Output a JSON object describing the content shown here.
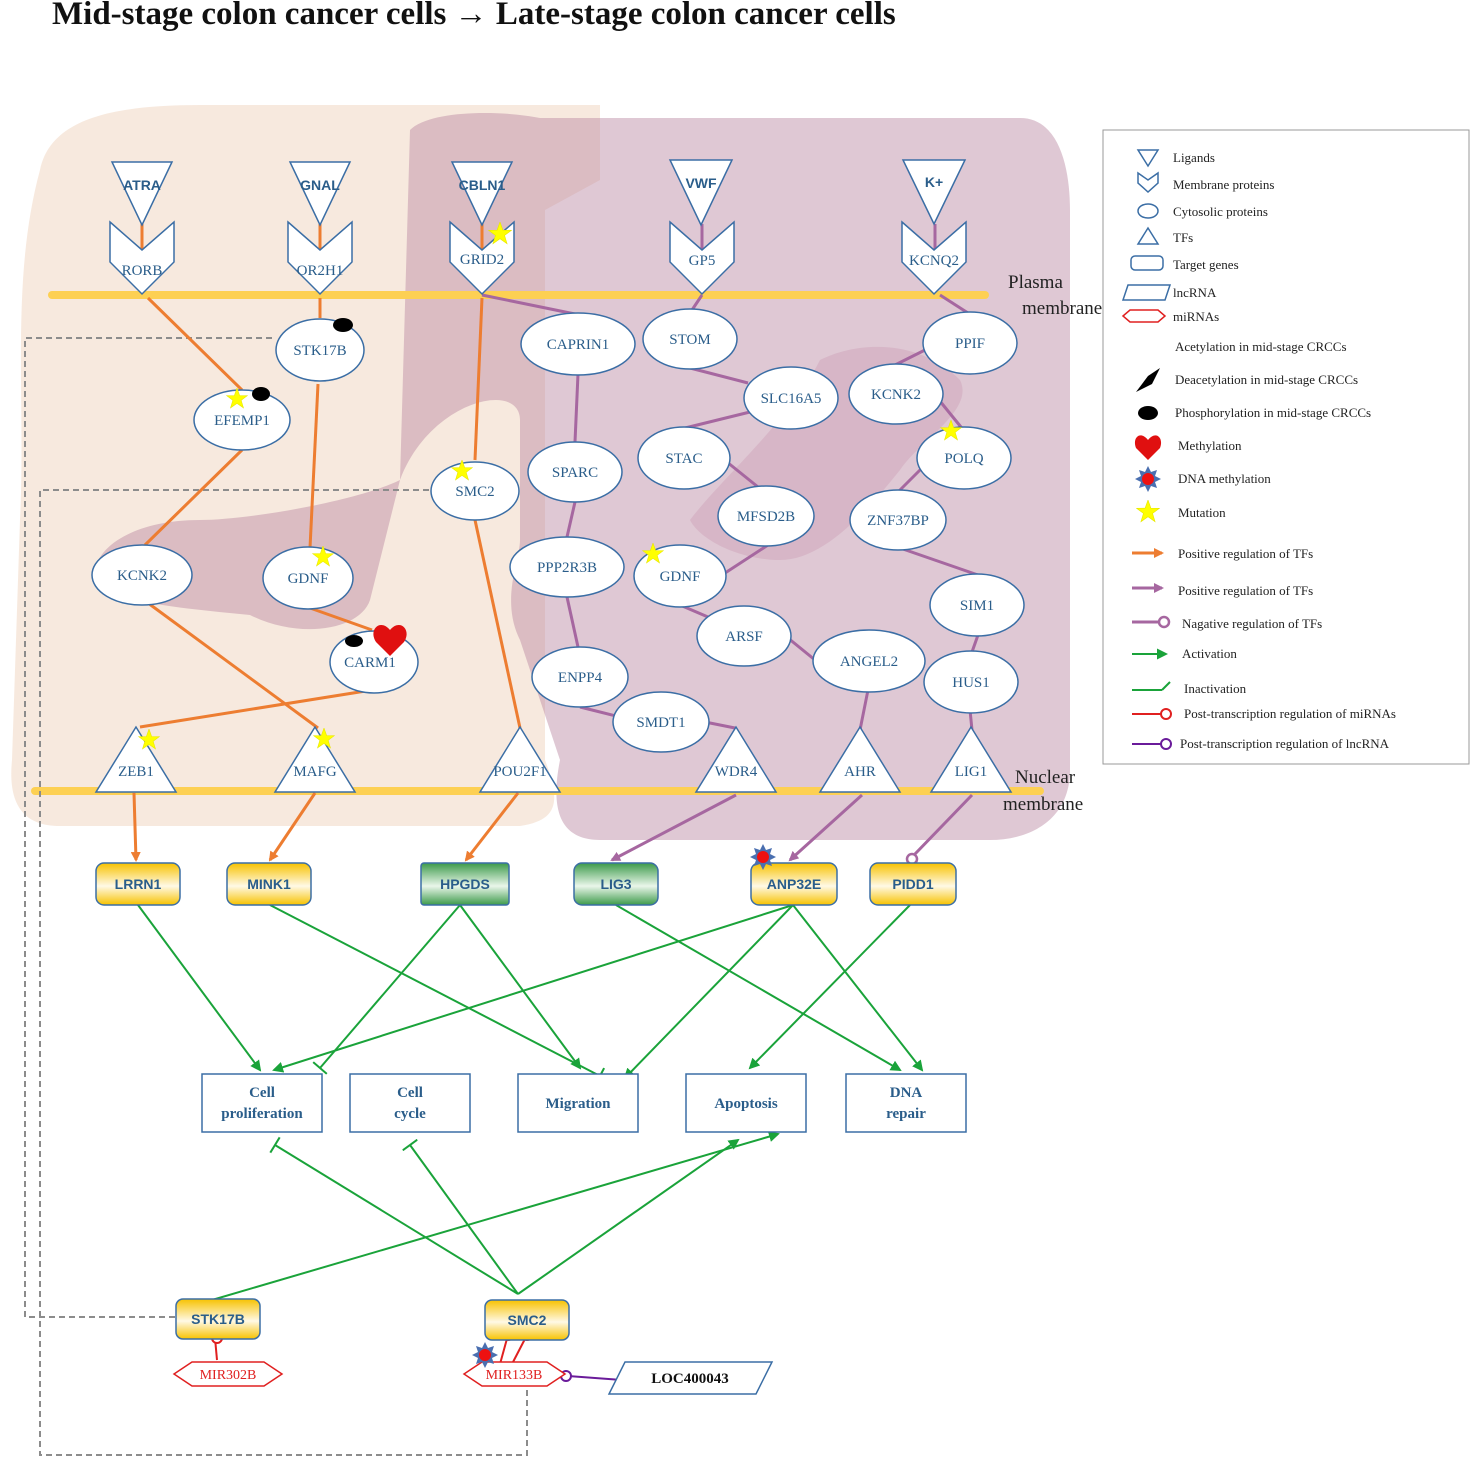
{
  "title": "Mid-stage colon cancer cells → Late-stage colon cancer cells",
  "membranes": {
    "plasma": [
      "Plasma",
      "membrane"
    ],
    "nuclear": [
      "Nuclear",
      "membrane"
    ]
  },
  "ligands": [
    "ATRA",
    "GNAL",
    "CBLN1",
    "VWF",
    "K+"
  ],
  "membrane_proteins": [
    "RORB",
    "OR2H1",
    "GRID2",
    "GP5",
    "KCNQ2"
  ],
  "cytosolic": {
    "stk17b": "STK17B",
    "efemp1": "EFEMP1",
    "kcnk2_left": "KCNK2",
    "gdnf_left": "GDNF",
    "carm1": "CARM1",
    "smc2": "SMC2",
    "caprin1": "CAPRIN1",
    "sparc": "SPARC",
    "ppp2r3b": "PPP2R3B",
    "enpp4": "ENPP4",
    "smdt1": "SMDT1",
    "stom": "STOM",
    "slc16a5": "SLC16A5",
    "stac": "STAC",
    "mfsd2b": "MFSD2B",
    "gdnf_right": "GDNF",
    "arsf": "ARSF",
    "angel2": "ANGEL2",
    "ppif": "PPIF",
    "kcnk2_right": "KCNK2",
    "polq": "POLQ",
    "znf37bp": "ZNF37BP",
    "sim1": "SIM1",
    "hus1": "HUS1"
  },
  "tfs": [
    "ZEB1",
    "MAFG",
    "POU2F1",
    "WDR4",
    "AHR",
    "LIG1"
  ],
  "target_genes": [
    "LRRN1",
    "MINK1",
    "HPGDS",
    "LIG3",
    "ANP32E",
    "PIDD1"
  ],
  "processes": [
    [
      "Cell",
      "proliferation"
    ],
    [
      "Cell",
      "cycle"
    ],
    [
      "Migration"
    ],
    [
      "Apoptosis"
    ],
    [
      "DNA",
      "repair"
    ]
  ],
  "bottom_genes": [
    "STK17B",
    "SMC2"
  ],
  "mirnas": [
    "MIR302B",
    "MIR133B"
  ],
  "lncrna": "LOC400043",
  "legend": [
    "Ligands",
    "Membrane proteins",
    "Cytosolic proteins",
    "TFs",
    "Target genes",
    "lncRNA",
    "miRNAs",
    "Acetylation in mid-stage CRCCs",
    "Deacetylation in mid-stage CRCCs",
    "Phosphorylation in mid-stage CRCCs",
    "Methylation",
    "DNA methylation",
    "Mutation",
    "Positive regulation of TFs",
    "Positive regulation of TFs",
    "Nagative regulation of TFs",
    "Activation",
    "Inactivation",
    "Post-transcription regulation of miRNAs",
    "Post-transcription regulation of lncRNA"
  ],
  "colors": {
    "orange": "#ed7d31",
    "purple": "#a667a0",
    "green": "#1aa33a",
    "red": "#e02020",
    "node_border": "#3b6ea5",
    "membrane": "#fdd053"
  }
}
